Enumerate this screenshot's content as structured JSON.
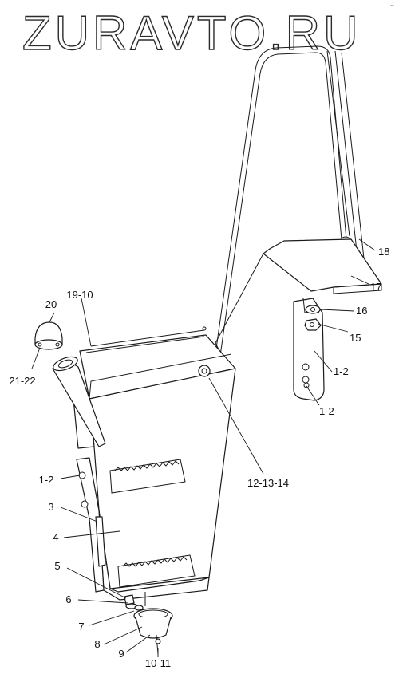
{
  "watermark": {
    "text": "ZURAVTO.RU"
  },
  "corner_mark": "~",
  "callouts": {
    "c20": "20",
    "c19_10": "19-10",
    "c21_22": "21-22",
    "c18": "18",
    "c17": "17",
    "c16": "16",
    "c15": "15",
    "c1_2_bracket_upper": "1-2",
    "c1_2_bracket_lower": "1-2",
    "c12_13_14": "12-13-14",
    "c1_2_left": "1-2",
    "c3": "3",
    "c4": "4",
    "c5": "5",
    "c6": "6",
    "c7": "7",
    "c8": "8",
    "c9": "9",
    "c10_11": "10-11"
  }
}
